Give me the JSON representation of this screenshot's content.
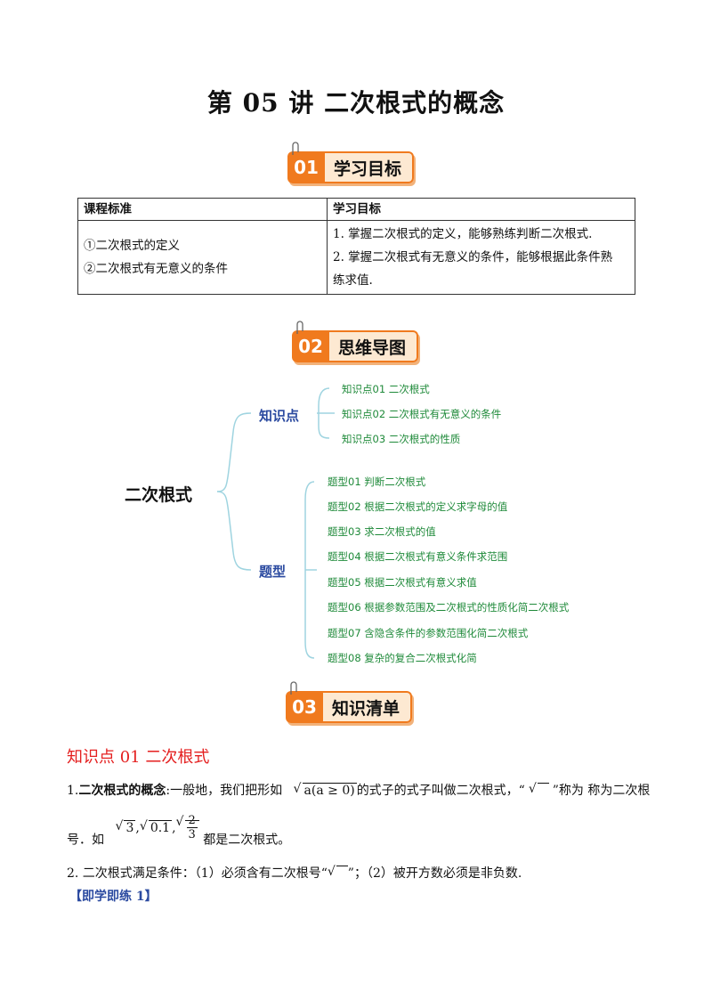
{
  "title": "第 05 讲  二次根式的概念",
  "sections": [
    {
      "num": "01",
      "label": "学习目标"
    },
    {
      "num": "02",
      "label": "思维导图"
    },
    {
      "num": "03",
      "label": "知识清单"
    }
  ],
  "goals_table": {
    "headers": [
      "课程标准",
      "学习目标"
    ],
    "standards": [
      "①二次根式的定义",
      "②二次根式有无意义的条件"
    ],
    "objectives": [
      "1. 掌握二次根式的定义，能够熟练判断二次根式.",
      "2. 掌握二次根式有无意义的条件，能够根据此条件熟",
      "练求值."
    ]
  },
  "mindmap": {
    "root": "二次根式",
    "knowledge_label": "知识点",
    "knowledge": [
      "知识点01 二次根式",
      "知识点02 二次根式有无意义的条件",
      "知识点03 二次根式的性质"
    ],
    "types_label": "题型",
    "types": [
      "题型01 判断二次根式",
      "题型02 根据二次根式的定义求字母的值",
      "题型03 求二次根式的值",
      "题型04 根据二次根式有意义条件求范围",
      "题型05 根据二次根式有意义求值",
      "题型06 根据参数范围及二次根式的性质化简二次根式",
      "题型07 含隐含条件的参数范围化简二次根式",
      "题型08 复杂的复合二次根式化简"
    ]
  },
  "knowledge01": {
    "heading": "知识点 01  二次根式",
    "p1_prefix": "1.",
    "p1_bold": "二次根式的概念",
    "p1_a": ":一般地，我们把形如",
    "p1_expr": "a(a ≥ 0)",
    "p1_b": "的式子的式子叫做二次根式，“",
    "p1_c": "”称为  称为二次根",
    "p2_a": "号．如",
    "p2_e1": "3",
    "p2_e2": "0.1",
    "p2_fn": "2",
    "p2_fd": "3",
    "p2_b": "都是二次根式。",
    "p3_a": "2. 二次根式满足条件：（1）必须含有二次根号“",
    "p3_b": "”；（2）被开方数必须是非负数.",
    "practice": "【即学即练 1】"
  }
}
